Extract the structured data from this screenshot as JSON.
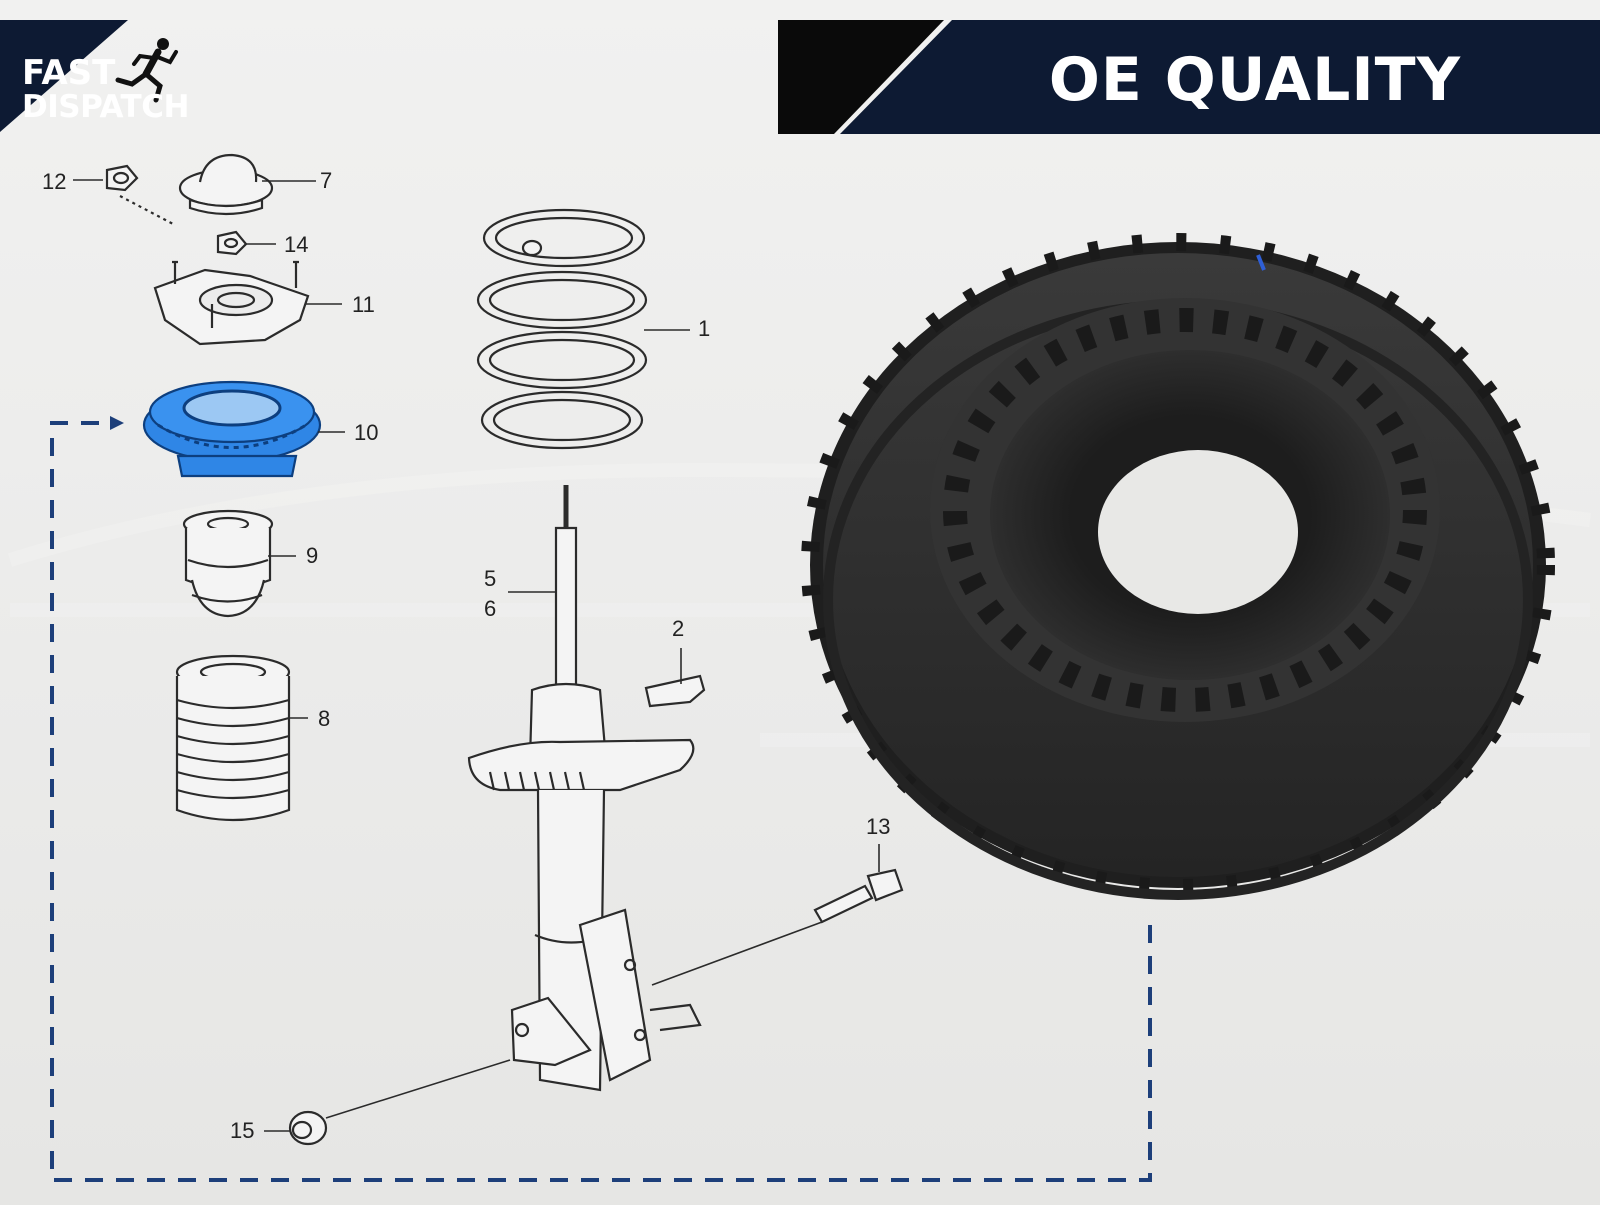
{
  "banner": {
    "text": "OE QUALITY"
  },
  "logo": {
    "line1": "FAST",
    "line2": "DISPATCH",
    "icon": "running-man-icon"
  },
  "callouts": [
    "1",
    "2",
    "5",
    "6",
    "7",
    "8",
    "9",
    "10",
    "11",
    "12",
    "13",
    "14",
    "15"
  ],
  "colors": {
    "navy": "#0d1a33",
    "highlight": "#2f86e6",
    "dash": "#1d3f7a",
    "rubber": "#2c2c2c"
  }
}
